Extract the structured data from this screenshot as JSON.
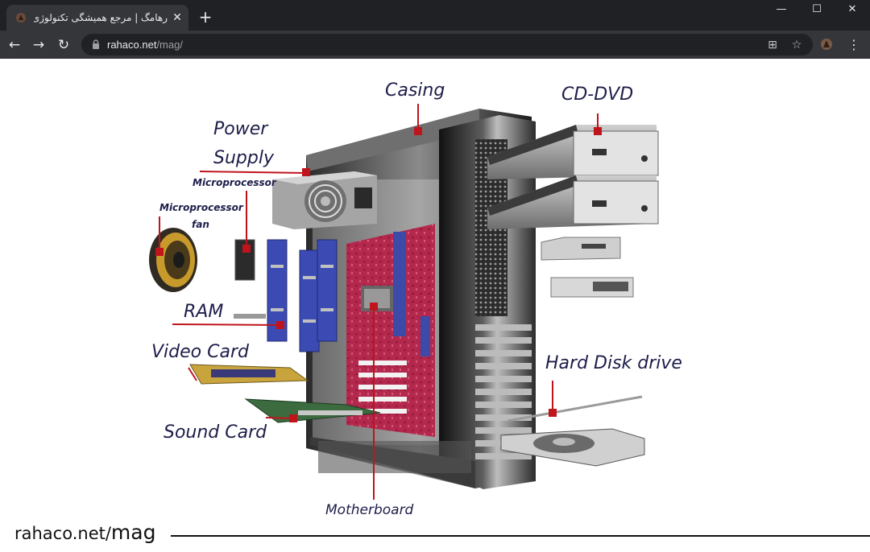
{
  "browser": {
    "tab": {
      "title": "رهامگ | مرجع همیشگی تکنولوژی |"
    },
    "url": {
      "host": "rahaco.net",
      "path": "/mag/"
    },
    "window_controls": {
      "minimize": "—",
      "maximize": "☐",
      "close": "✕"
    },
    "icons": {
      "tab_close": "✕",
      "new_tab": "+",
      "back": "←",
      "forward": "→",
      "reload": "↻",
      "translate": "⊞",
      "bookmark": "☆",
      "menu": "⋮"
    }
  },
  "diagram": {
    "labels": {
      "casing": "Casing",
      "cd_dvd": "CD-DVD",
      "power_supply_line1": "Power",
      "power_supply_line2": "Supply",
      "microprocessor": "Microprocessor",
      "microprocessor_fan_line1": "Microprocessor",
      "microprocessor_fan_line2": "fan",
      "ram": "RAM",
      "video_card": "Video Card",
      "sound_card": "Sound Card",
      "hard_disk_drive": "Hard Disk drive",
      "motherboard": "Motherboard"
    },
    "pointer_color": "#c0141c"
  },
  "watermark": {
    "prefix": "rahaco.net/",
    "suffix": "mag"
  }
}
